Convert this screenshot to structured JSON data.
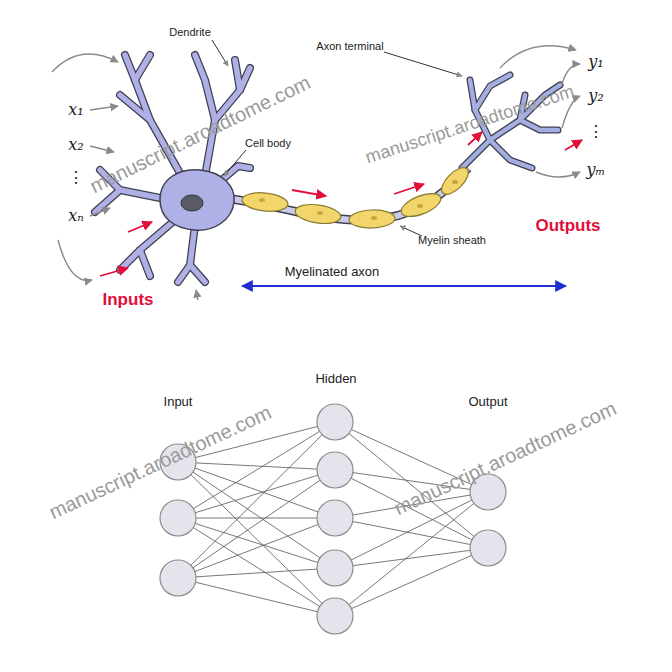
{
  "diagram": {
    "labels": [
      "Dendrite",
      "Axon terminal",
      "Cell body",
      "Myelin sheath",
      "Myelinated axon",
      "Inputs",
      "Outputs",
      "x₁",
      "x₂",
      "⋮",
      "xₙ",
      "y₁",
      "y₂",
      "⋮",
      "yₘ",
      "Input",
      "Hidden",
      "Output",
      "manuscript.aroadtome.com",
      "manuscript.aroadtome.com",
      "manuscript.aroadtome.com",
      "manuscript.aroadtome.com"
    ]
  }
}
